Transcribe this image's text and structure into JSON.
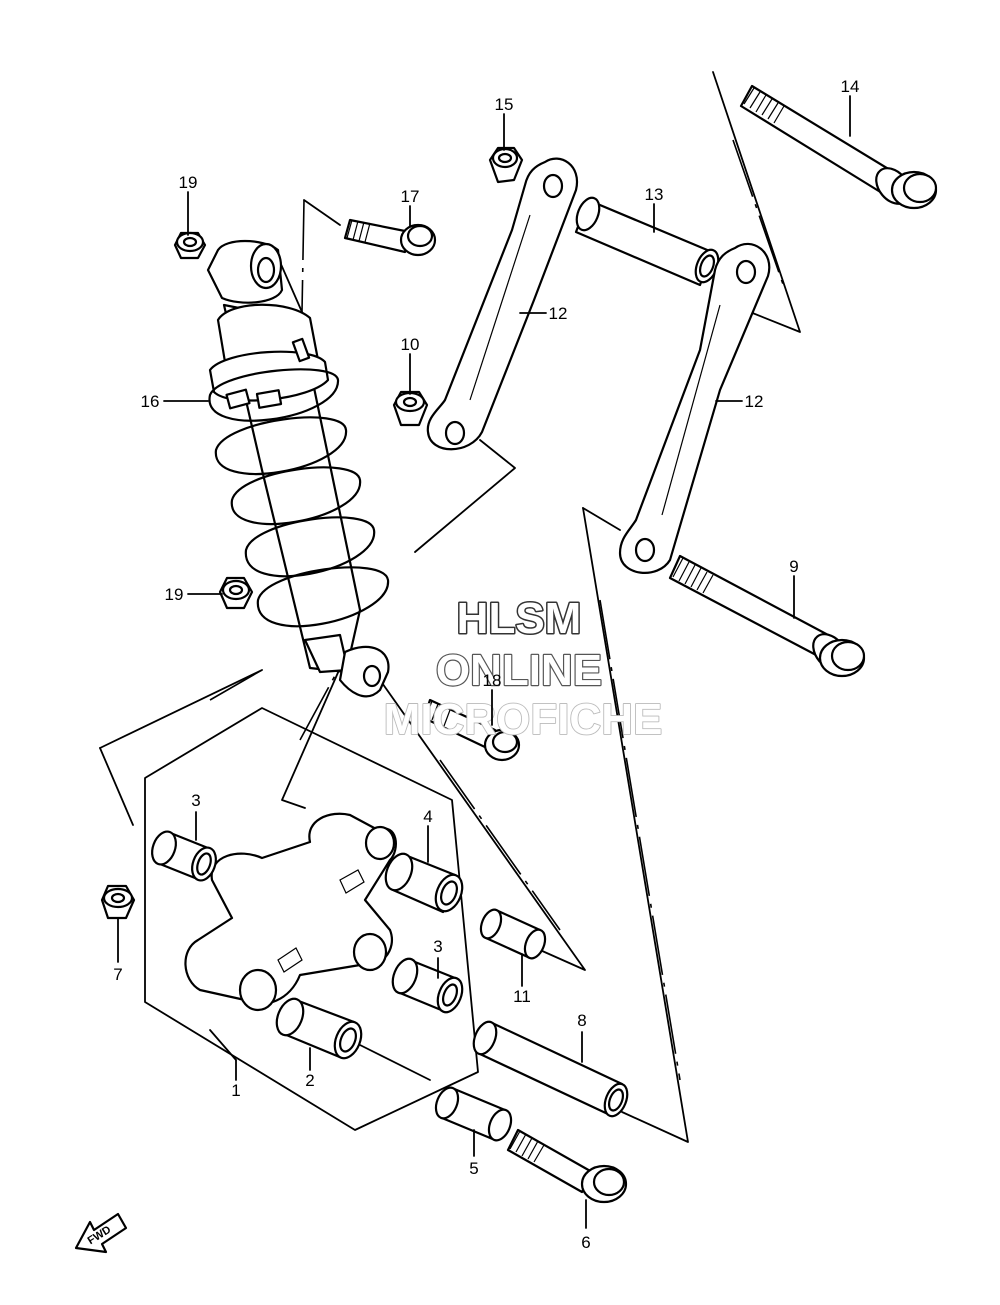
{
  "watermark": {
    "line1": "HLSM",
    "line2": "ONLINE",
    "line3": "MICROFICHE",
    "color_main": "#333333",
    "color_faint": "#bbbbbb"
  },
  "fwd_arrow": {
    "label": "FWD"
  },
  "callouts": [
    {
      "id": "c1",
      "label": "1"
    },
    {
      "id": "c2",
      "label": "2"
    },
    {
      "id": "c3a",
      "label": "3"
    },
    {
      "id": "c3b",
      "label": "3"
    },
    {
      "id": "c4",
      "label": "4"
    },
    {
      "id": "c5",
      "label": "5"
    },
    {
      "id": "c6",
      "label": "6"
    },
    {
      "id": "c7",
      "label": "7"
    },
    {
      "id": "c8",
      "label": "8"
    },
    {
      "id": "c9",
      "label": "9"
    },
    {
      "id": "c10",
      "label": "10"
    },
    {
      "id": "c11",
      "label": "11"
    },
    {
      "id": "c12a",
      "label": "12"
    },
    {
      "id": "c12b",
      "label": "12"
    },
    {
      "id": "c13",
      "label": "13"
    },
    {
      "id": "c14",
      "label": "14"
    },
    {
      "id": "c15",
      "label": "15"
    },
    {
      "id": "c16",
      "label": "16"
    },
    {
      "id": "c17",
      "label": "17"
    },
    {
      "id": "c18",
      "label": "18"
    },
    {
      "id": "c19a",
      "label": "19"
    },
    {
      "id": "c19b",
      "label": "19"
    }
  ]
}
